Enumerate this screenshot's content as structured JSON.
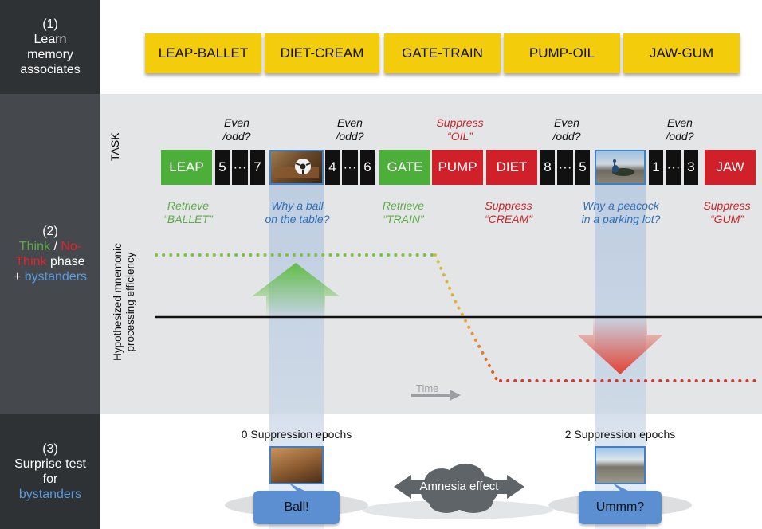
{
  "left_panels": {
    "p1": {
      "num": "(1)",
      "lines": [
        "Learn",
        "memory",
        "associates"
      ]
    },
    "p2": {
      "num": "(2)",
      "think": "Think",
      "slash": "/",
      "nothink_a": "No-",
      "nothink_b": "Think",
      "phase": "phase",
      "plus": "+",
      "bystanders": "bystanders"
    },
    "p3": {
      "num": "(3)",
      "lines": [
        "Surprise test",
        "for"
      ],
      "bystanders": "bystanders"
    }
  },
  "pairs": [
    "LEAP-BALLET",
    "DIET-CREAM",
    "GATE-TRAIN",
    "PUMP-OIL",
    "JAW-GUM"
  ],
  "task_label": "TASK",
  "sequence": {
    "leap": "LEAP",
    "n5a": "5",
    "dots1": "···",
    "n7": "7",
    "n4": "4",
    "dots2": "···",
    "n6": "6",
    "gate": "GATE",
    "pump": "PUMP",
    "diet": "DIET",
    "n8": "8",
    "dots3": "···",
    "n5b": "5",
    "n1": "1",
    "dots4": "···",
    "n3": "3",
    "jaw": "JAW"
  },
  "top_labels": {
    "even1": [
      "Even",
      "/odd?"
    ],
    "even2": [
      "Even",
      "/odd?"
    ],
    "suppress_oil": [
      "Suppress",
      "“OIL”"
    ],
    "even3": [
      "Even",
      "/odd?"
    ],
    "even4": [
      "Even",
      "/odd?"
    ]
  },
  "bottom_labels": {
    "retrieve_ballet": [
      "Retrieve",
      "“BALLET”"
    ],
    "why_ball": [
      "Why a ball",
      "on the table?"
    ],
    "retrieve_train": [
      "Retrieve",
      "“TRAIN”"
    ],
    "suppress_cream": [
      "Suppress",
      "“CREAM”"
    ],
    "why_peacock": [
      "Why a peacock",
      "in a parking lot?"
    ],
    "suppress_gum": [
      "Suppress",
      "“GUM”"
    ]
  },
  "y_axis_label": [
    "Hypothesized mnemonic",
    "processing efficiency"
  ],
  "time_label": "Time",
  "epochs": {
    "left": "0 Suppression epochs",
    "right": "2 Suppression epochs"
  },
  "amnesia": "Amnesia effect",
  "bubbles": {
    "left": "Ball!",
    "right": "Ummm?"
  },
  "colors": {
    "green": "#4caf3a",
    "red": "#d0202a",
    "blue": "#3f7fc3",
    "yellow": "#f3cd0c",
    "panel_dark": "#2f3235"
  }
}
